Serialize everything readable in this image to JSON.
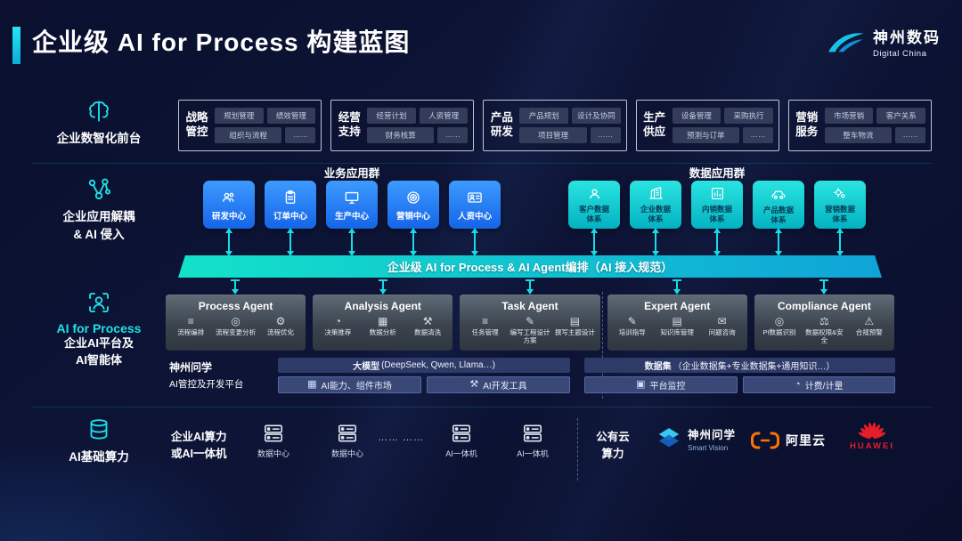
{
  "header": {
    "title": "企业级 AI for Process 构建蓝图",
    "brand_zh": "神州数码",
    "brand_en": "Digital China"
  },
  "rails": {
    "r1": "企业数智化前台",
    "r2a": "企业应用解耦",
    "r2b": "& AI 侵入",
    "r3a": "AI for Process",
    "r3b": "企业AI平台及",
    "r3c": "AI智能体",
    "r4": "AI基础算力"
  },
  "front_office": {
    "groups": [
      {
        "t1": "战略",
        "t2": "管控",
        "c1": "规划管理",
        "c2": "绩效管理",
        "c3": "组织与流程",
        "c4": "……"
      },
      {
        "t1": "经营",
        "t2": "支持",
        "c1": "经营计划",
        "c2": "人资管理",
        "c3": "财务核算",
        "c4": "……"
      },
      {
        "t1": "产品",
        "t2": "研发",
        "c1": "产品规划",
        "c2": "设计及协同",
        "c3": "项目管理",
        "c4": "……"
      },
      {
        "t1": "生产",
        "t2": "供应",
        "c1": "设备管理",
        "c2": "采购执行",
        "c3": "预测与订单",
        "c4": "……"
      },
      {
        "t1": "营销",
        "t2": "服务",
        "c1": "市场营销",
        "c2": "客户关系",
        "c3": "整车物流",
        "c4": "……"
      }
    ]
  },
  "app_layer": {
    "business_header": "业务应用群",
    "data_header": "数据应用群",
    "business_tiles": [
      "研发中心",
      "订单中心",
      "生产中心",
      "营销中心",
      "人资中心"
    ],
    "data_tiles": [
      {
        "l1": "客户数据",
        "l2": "体系"
      },
      {
        "l1": "企业数据",
        "l2": "体系"
      },
      {
        "l1": "内销数据",
        "l2": "体系"
      },
      {
        "l1": "产品数据",
        "l2": "体系"
      },
      {
        "l1": "营销数据",
        "l2": "体系"
      }
    ]
  },
  "orchestration": {
    "label": "企业级 AI for Process & AI Agent编排（AI 接入规范）"
  },
  "agents": [
    {
      "title": "Process Agent",
      "i1": "流程编排",
      "i2": "流程变更分析",
      "i3": "流程优化",
      "g1": "≡",
      "g2": "◎",
      "g3": "⚙"
    },
    {
      "title": "Analysis Agent",
      "i1": "决策推荐",
      "i2": "数据分析",
      "i3": "数据清洗",
      "g1": "◔",
      "g2": "▦",
      "g3": "⚒"
    },
    {
      "title": "Task Agent",
      "i1": "任务管理",
      "i2": "编写工程设计方案",
      "i3": "撰写主题设计",
      "g1": "≡",
      "g2": "✎",
      "g3": "▤"
    },
    {
      "title": "Expert Agent",
      "i1": "培训指导",
      "i2": "知识库管理",
      "i3": "问题咨询",
      "g1": "✎",
      "g2": "▤",
      "g3": "✉"
    },
    {
      "title": "Compliance Agent",
      "i1": "PI数据识别",
      "i2": "数据权限&安全",
      "i3": "合规预警",
      "g1": "◎",
      "g2": "⚖",
      "g3": "⚠"
    }
  ],
  "platform": {
    "label1": "神州问学",
    "label2": "AI管控及开发平台",
    "model_strong": "大模型",
    "model_rest": " (DeepSeek, Qwen, Llama…)",
    "model_btn1": "AI能力、组件市场",
    "model_btn2": "AI开发工具",
    "data_strong": "数据集",
    "data_rest": "（企业数据集+专业数据集+通用知识…）",
    "data_btn1": "平台监控",
    "data_btn2": "计费/计量",
    "gi1": "▦",
    "gi2": "⚒",
    "gi3": "▣",
    "gi4": "◔"
  },
  "infra": {
    "left1": "企业AI算力",
    "left2": "或AI一体机",
    "node1": "数据中心",
    "node2": "数据中心",
    "dots": "…… ……",
    "node3": "AI一体机",
    "node4": "AI一体机",
    "cloud1": "公有云",
    "cloud2": "算力",
    "sv_zh": "神州问学",
    "sv_en": "Smart Vision",
    "ali": "阿里云",
    "huawei": "HUAWEI"
  },
  "colors": {
    "accent_cyan": "#1ee0e8",
    "tile_blue": "#1f7bf0",
    "tile_teal": "#0cc7cd",
    "ali_orange": "#ff7300",
    "huawei_red": "#e61e2b"
  }
}
